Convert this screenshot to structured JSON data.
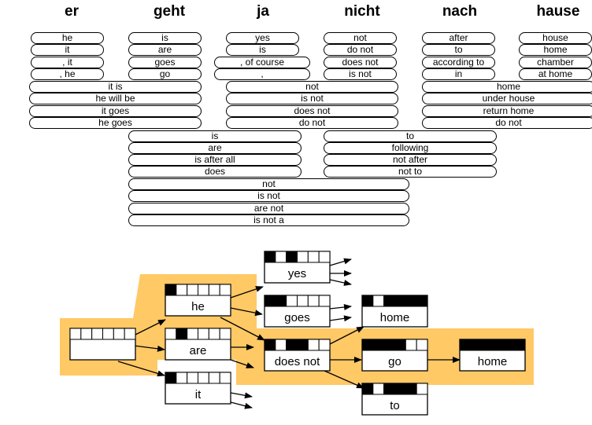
{
  "source_words": [
    "er",
    "geht",
    "ja",
    "nicht",
    "nach",
    "hause"
  ],
  "options": [
    "he",
    "it",
    ", it",
    ", he",
    "is",
    "are",
    "goes",
    "go",
    "yes",
    "is",
    ", of course",
    ",",
    "not",
    "do not",
    "does not",
    "is not",
    "after",
    "to",
    "according to",
    "in",
    "house",
    "home",
    "chamber",
    "at home",
    "it is",
    "he will be",
    "it goes",
    "he goes",
    "not",
    "is not",
    "does not",
    "do not",
    "home",
    "under house",
    "return home",
    "do not",
    "is",
    "are",
    "is after all",
    "does",
    "to",
    "following",
    "not after",
    "not to",
    "not",
    "is not",
    "are not",
    "is not a"
  ],
  "lattice": {
    "highlight_color": "#ffc966",
    "hypotheses": {
      "empty": "",
      "he": "he",
      "are": "are",
      "it": "it",
      "yes": "yes",
      "goes": "goes",
      "does_not": "does not",
      "home_top": "home",
      "go": "go",
      "home_final": "home",
      "to": "to"
    },
    "coverage": {
      "empty": [
        0,
        0,
        0,
        0,
        0,
        0
      ],
      "he": [
        1,
        0,
        0,
        0,
        0,
        0
      ],
      "are": [
        0,
        1,
        0,
        0,
        0,
        0
      ],
      "it": [
        1,
        0,
        0,
        0,
        0,
        0
      ],
      "yes": [
        1,
        0,
        1,
        0,
        0,
        0
      ],
      "goes": [
        1,
        1,
        0,
        0,
        0,
        0
      ],
      "does_not": [
        1,
        0,
        1,
        1,
        0,
        0
      ],
      "home_top": [
        1,
        0,
        1,
        1,
        1,
        1
      ],
      "go": [
        1,
        1,
        1,
        1,
        0,
        0
      ],
      "home_final": [
        1,
        1,
        1,
        1,
        1,
        1
      ],
      "to": [
        1,
        0,
        1,
        1,
        1,
        0
      ]
    }
  }
}
